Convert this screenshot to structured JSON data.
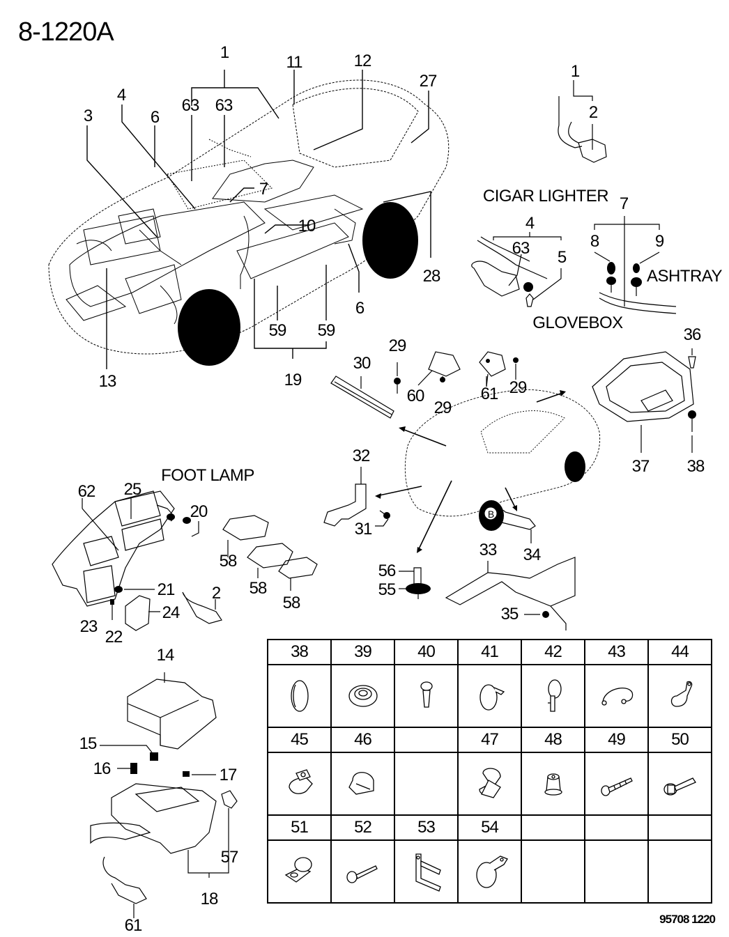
{
  "document": {
    "title": "8-1220A",
    "footer_code": "95708  1220"
  },
  "captions": {
    "cigar_lighter": "CIGAR LIGHTER",
    "ashtray": "ASHTRAY",
    "glovebox": "GLOVEBOX",
    "foot_lamp": "FOOT LAMP"
  },
  "callouts": {
    "main_car": [
      "1",
      "63",
      "63",
      "11",
      "12",
      "27",
      "4",
      "3",
      "6",
      "7",
      "10",
      "28",
      "6",
      "59",
      "59",
      "19",
      "13"
    ],
    "cigar_lighter": [
      "1",
      "2"
    ],
    "glovebox": [
      "4",
      "63",
      "5"
    ],
    "ashtray": [
      "7",
      "8",
      "9"
    ],
    "body_clips": [
      "29",
      "30",
      "60",
      "29",
      "61",
      "29",
      "36",
      "37",
      "38",
      "32",
      "31",
      "33",
      "34",
      "56",
      "55",
      "35"
    ],
    "body_marker": "B",
    "foot_lamp": [
      "62",
      "25",
      "20",
      "58",
      "58",
      "58",
      "21",
      "2",
      "24",
      "23",
      "22"
    ],
    "fuse_box": [
      "14",
      "15",
      "16",
      "17",
      "57",
      "18",
      "61"
    ]
  },
  "parts_table": {
    "rows": [
      [
        "38",
        "39",
        "40",
        "41",
        "42",
        "43",
        "44"
      ],
      [
        "45",
        "46",
        "",
        "47",
        "48",
        "49",
        "50"
      ],
      [
        "51",
        "52",
        "53",
        "54",
        "",
        "",
        ""
      ]
    ],
    "icons": [
      [
        "grommet-oval-icon",
        "grommet-round-icon",
        "push-clip-icon",
        "band-clip-icon",
        "cable-tie-clip-icon",
        "wire-loop-clip-icon",
        "p-clamp-icon"
      ],
      [
        "harness-clamp-icon",
        "saddle-clip-icon",
        "",
        "double-clamp-icon",
        "nut-insert-icon",
        "tapping-screw-icon",
        "flange-bolt-icon"
      ],
      [
        "cable-clip-icon",
        "washer-screw-icon",
        "bracket-clip-icon",
        "pipe-clamp-icon",
        "",
        "",
        ""
      ]
    ]
  }
}
